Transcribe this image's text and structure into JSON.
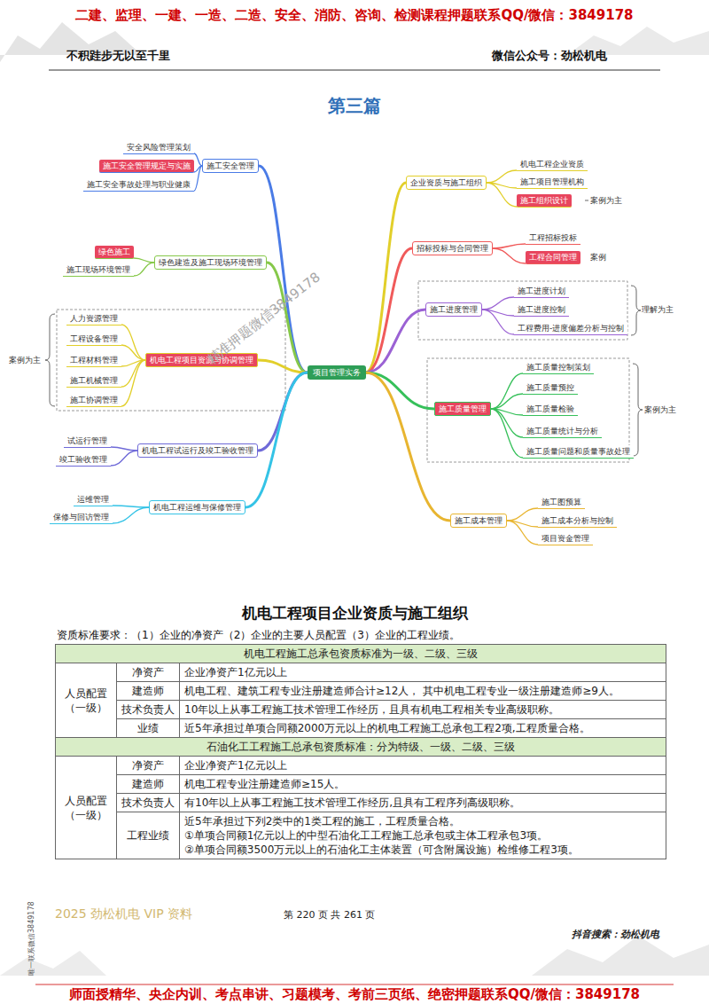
{
  "diagram": {
    "title": "第三篇",
    "nodes": [
      {
        "text": [
          "项目管理实务"
        ]
      },
      {
        "text": [
          "企业资质与施工组织"
        ]
      },
      {
        "text": [
          "机电工程企业资质"
        ]
      },
      {
        "text": [
          "施工项目管理机构"
        ]
      },
      {
        "text": [
          "施工组织设计"
        ]
      },
      {
        "text": [
          "招标投标与合同管理"
        ]
      },
      {
        "text": [
          "工程招标投标"
        ]
      },
      {
        "text": [
          "工程合同管理"
        ]
      },
      {
        "text": [
          "施工进度管理"
        ]
      },
      {
        "text": [
          "施工进度计划"
        ]
      },
      {
        "text": [
          "施工进度控制"
        ]
      },
      {
        "text": [
          "工程费用-进度偏差分析与控制"
        ]
      },
      {
        "text": [
          "施工质量管理"
        ]
      },
      {
        "text": [
          "施工质量控制策划"
        ]
      },
      {
        "text": [
          "施工质量预控"
        ]
      },
      {
        "text": [
          "施工质量检验"
        ]
      },
      {
        "text": [
          "施工质量统计与分析"
        ]
      },
      {
        "text": [
          "施工质量问题和质量事故处理"
        ]
      },
      {
        "text": [
          "施工成本管理"
        ]
      },
      {
        "text": [
          "施工图预算"
        ]
      },
      {
        "text": [
          "施工成本分析与控制"
        ]
      },
      {
        "text": [
          "项目资金管理"
        ]
      },
      {
        "text": [
          "施工安全管理"
        ]
      },
      {
        "text": [
          "安全风险管理策划"
        ]
      },
      {
        "text": [
          "施工安全管理规定与实施"
        ]
      },
      {
        "text": [
          "施工安全事故处理与职业健康"
        ]
      },
      {
        "text": [
          "绿色建造及施工现场环境管理"
        ]
      },
      {
        "text": [
          "绿色施工"
        ]
      },
      {
        "text": [
          "施工现场环境管理"
        ]
      },
      {
        "text": [
          "机电工程项目资源与协调管理"
        ]
      },
      {
        "text": [
          "人力资源管理"
        ]
      },
      {
        "text": [
          "工程设备管理"
        ]
      },
      {
        "text": [
          "工程材料管理"
        ]
      },
      {
        "text": [
          "施工机械管理"
        ]
      },
      {
        "text": [
          "施工协调管理"
        ]
      },
      {
        "text": [
          "机电工程试运行及竣工验收管理"
        ]
      },
      {
        "text": [
          "试运行管理"
        ]
      },
      {
        "text": [
          "竣工验收管理"
        ]
      },
      {
        "text": [
          "机电工程运维与保修管理"
        ]
      },
      {
        "text": [
          "运维管理"
        ]
      },
      {
        "text": [
          "保修与回访管理"
        ]
      }
    ],
    "edges": [
      {
        "from": 0,
        "to": 1,
        "arrow": "none"
      },
      {
        "from": 0,
        "to": 5,
        "arrow": "none"
      },
      {
        "from": 0,
        "to": 8,
        "arrow": "none"
      },
      {
        "from": 0,
        "to": 12,
        "arrow": "none"
      },
      {
        "from": 0,
        "to": 18,
        "arrow": "none"
      },
      {
        "from": 0,
        "to": 22,
        "arrow": "none"
      },
      {
        "from": 0,
        "to": 26,
        "arrow": "none"
      },
      {
        "from": 0,
        "to": 29,
        "arrow": "none"
      },
      {
        "from": 0,
        "to": 35,
        "arrow": "none"
      },
      {
        "from": 0,
        "to": 38,
        "arrow": "none"
      },
      {
        "from": 1,
        "to": 2,
        "arrow": "none"
      },
      {
        "from": 1,
        "to": 3,
        "arrow": "none"
      },
      {
        "from": 1,
        "to": 4,
        "arrow": "none"
      },
      {
        "from": 5,
        "to": 6,
        "arrow": "none"
      },
      {
        "from": 5,
        "to": 7,
        "arrow": "none"
      },
      {
        "from": 8,
        "to": 9,
        "arrow": "none"
      },
      {
        "from": 8,
        "to": 10,
        "arrow": "none"
      },
      {
        "from": 8,
        "to": 11,
        "arrow": "none"
      },
      {
        "from": 12,
        "to": 13,
        "arrow": "none"
      },
      {
        "from": 12,
        "to": 14,
        "arrow": "none"
      },
      {
        "from": 12,
        "to": 15,
        "arrow": "none"
      },
      {
        "from": 12,
        "to": 16,
        "arrow": "none"
      },
      {
        "from": 12,
        "to": 17,
        "arrow": "none"
      },
      {
        "from": 18,
        "to": 19,
        "arrow": "none"
      },
      {
        "from": 18,
        "to": 20,
        "arrow": "none"
      },
      {
        "from": 18,
        "to": 21,
        "arrow": "none"
      },
      {
        "from": 22,
        "to": 23,
        "arrow": "none"
      },
      {
        "from": 22,
        "to": 24,
        "arrow": "none"
      },
      {
        "from": 22,
        "to": 25,
        "arrow": "none"
      },
      {
        "from": 26,
        "to": 27,
        "arrow": "none"
      },
      {
        "from": 26,
        "to": 28,
        "arrow": "none"
      },
      {
        "from": 29,
        "to": 30,
        "arrow": "none"
      },
      {
        "from": 29,
        "to": 31,
        "arrow": "none"
      },
      {
        "from": 29,
        "to": 32,
        "arrow": "none"
      },
      {
        "from": 29,
        "to": 33,
        "arrow": "none"
      },
      {
        "from": 29,
        "to": 34,
        "arrow": "none"
      },
      {
        "from": 35,
        "to": 36,
        "arrow": "none"
      },
      {
        "from": 35,
        "to": 37,
        "arrow": "none"
      },
      {
        "from": 38,
        "to": 39,
        "arrow": "none"
      },
      {
        "from": 38,
        "to": 40,
        "arrow": "none"
      }
    ],
    "labels": [
      "二建、监理、一建、一造、二造、安全、消防、咨询、检测课程押题联系QQ/微信：3849178",
      "不积跬步无以至千里",
      "微信公众号：劲松机电",
      "案例为主",
      "案例",
      "理解为主",
      "案例为主",
      "案例为主",
      "精准押题微信3849178",
      "机电工程项目企业资质与施工组织",
      "资质标准要求：（1）企业的净资产（2）企业的主要人员配置（3）企业的工程业绩。",
      "机电工程施工总承包资质标准为一级、二级、三级",
      "人员配置 （一级）",
      "净资产",
      "企业净资产1亿元以上",
      "建造师",
      "机电工程、建筑工程专业注册建造师合计≥12人， 其中机电工程专业一级注册建造师≥9人。",
      "技术负责人",
      "10年以上从事工程施工技术管理工作经历，且具有机电工程相关专业高级职称。",
      "业绩",
      "近5年承担过单项合同额2000万元以上的机电工程施工总承包工程2项,工程质量合格。",
      "石油化工工程施工总承包资质标准：分为特级、一级、二级、三级",
      "人员配置 （一级）",
      "净资产",
      "企业净资产1亿元以上",
      "建造师",
      "机电工程专业注册建造师≥15人。",
      "技术负责人",
      "有10年以上从事工程施工技术管理工作经历,且具有工程序列高级职称。",
      "工程业绩",
      "近5年承担过下列2类中的1类工程的施工，工程质量合格。",
      "①单项合同额1亿元以上的中型石油化工工程施工总承包或主体工程承包3项。",
      "②单项合同额3500万元以上的石油化工主体装置（可含附属设施）检维修工程3项。",
      "2025 劲松机电 VIP 资料",
      "第 220 页 共 261 页",
      "抖音搜索：劲松机电",
      "唯一联系微信3849178",
      "师面授精华、央企内训、考点串讲、习题模考、考前三页纸、绝密押题联系QQ/微信：3849178"
    ]
  }
}
